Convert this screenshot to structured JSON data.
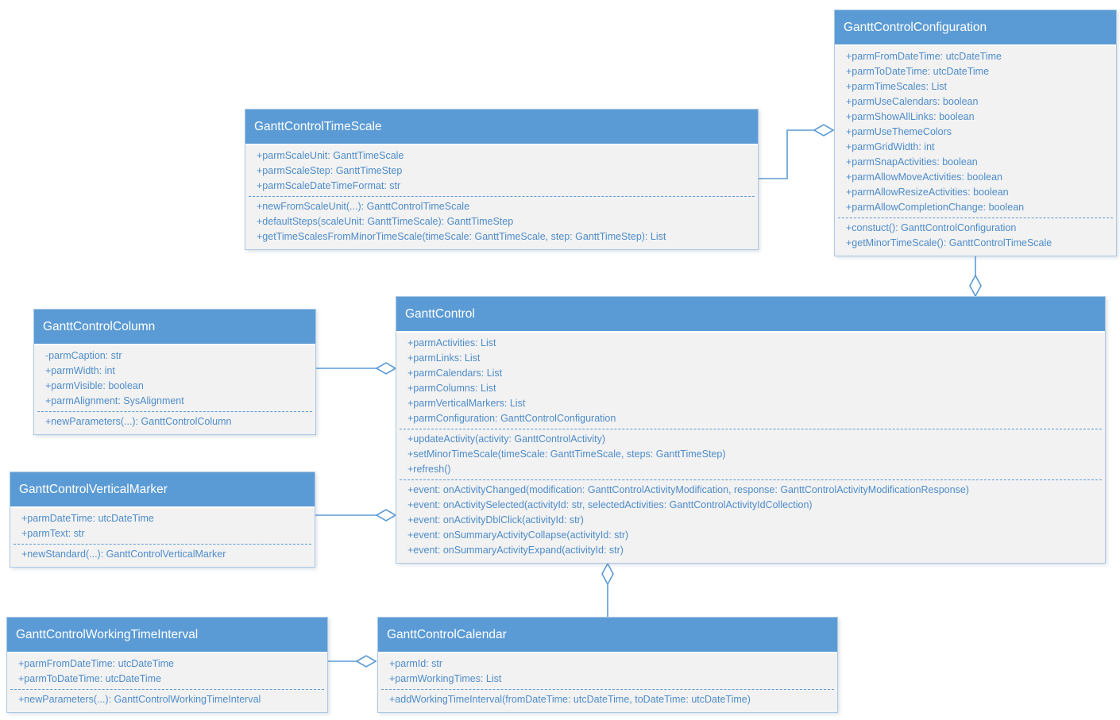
{
  "colors": {
    "header_fill": "#5B9BD5",
    "header_text": "#FFFFFF",
    "body_fill": "#F2F2F2",
    "member_text": "#4E8CC9",
    "divider": "#5B9BD5",
    "connector": "#5B9BD5",
    "box_border": "#ACC8E5"
  },
  "diagram": {
    "type": "uml-class-diagram",
    "classes": {
      "timescale": {
        "title": "GanttControlTimeScale",
        "sections": [
          [
            "+parmScaleUnit: GanttTimeScale",
            "+parmScaleStep: GanttTimeStep",
            "+parmScaleDateTimeFormat: str"
          ],
          [
            "+newFromScaleUnit(...): GanttControlTimeScale",
            "+defaultSteps(scaleUnit: GanttTimeScale): GanttTimeStep",
            "+getTimeScalesFromMinorTimeScale(timeScale: GanttTimeScale, step: GanttTimeStep): List"
          ]
        ]
      },
      "configuration": {
        "title": "GanttControlConfiguration",
        "sections": [
          [
            "+parmFromDateTime: utcDateTime",
            "+parmToDateTime: utcDateTime",
            "+parmTimeScales: List",
            "+parmUseCalendars: boolean",
            "+parmShowAllLinks: boolean",
            "+parmUseThemeColors",
            "+parmGridWidth: int",
            "+parmSnapActivities: boolean",
            "+parmAllowMoveActivities: boolean",
            "+parmAllowResizeActivities: boolean",
            "+parmAllowCompletionChange: boolean"
          ],
          [
            "+constuct(): GanttControlConfiguration",
            "+getMinorTimeScale(): GanttControlTimeScale"
          ]
        ]
      },
      "column": {
        "title": "GanttControlColumn",
        "sections": [
          [
            "-parmCaption: str",
            "+parmWidth: int",
            "+parmVisible: boolean",
            "+parmAlignment: SysAlignment"
          ],
          [
            "+newParameters(...): GanttControlColumn"
          ]
        ]
      },
      "gantt_control": {
        "title": "GanttControl",
        "sections": [
          [
            "+parmActivities: List",
            "+parmLinks: List",
            "+parmCalendars: List",
            "+parmColumns: List",
            "+parmVerticalMarkers: List",
            "+parmConfiguration: GanttControlConfiguration"
          ],
          [
            "+updateActivity(activity: GanttControlActivity)",
            "+setMinorTimeScale(timeScale: GanttTimeScale, steps: GanttTimeStep)",
            "+refresh()"
          ],
          [
            "+event: onActivityChanged(modification: GanttControlActivityModification, response: GanttControlActivityModificationResponse)",
            "+event: onActivitySelected(activityId: str, selectedActivities: GanttControlActivityIdCollection)",
            "+event: onActivityDblClick(activityId: str)",
            "+event: onSummaryActivityCollapse(activityId: str)",
            "+event: onSummaryActivityExpand(activityId: str)"
          ]
        ]
      },
      "vertical_marker": {
        "title": "GanttControlVerticalMarker",
        "sections": [
          [
            "+parmDateTime: utcDateTime",
            "+parmText: str"
          ],
          [
            "+newStandard(...): GanttControlVerticalMarker"
          ]
        ]
      },
      "working_time_interval": {
        "title": "GanttControlWorkingTimeInterval",
        "sections": [
          [
            "+parmFromDateTime: utcDateTime",
            "+parmToDateTime: utcDateTime"
          ],
          [
            "+newParameters(...): GanttControlWorkingTimeInterval"
          ]
        ]
      },
      "calendar": {
        "title": "GanttControlCalendar",
        "sections": [
          [
            "+parmId: str",
            "+parmWorkingTimes: List"
          ],
          [
            "+addWorkingTimeInterval(fromDateTime: utcDateTime, toDateTime: utcDateTime)"
          ]
        ]
      }
    },
    "relations": [
      {
        "from": "GanttControlTimeScale",
        "to": "GanttControlConfiguration",
        "type": "aggregation"
      },
      {
        "from": "GanttControlConfiguration",
        "to": "GanttControl",
        "type": "aggregation"
      },
      {
        "from": "GanttControlColumn",
        "to": "GanttControl",
        "type": "aggregation"
      },
      {
        "from": "GanttControlVerticalMarker",
        "to": "GanttControl",
        "type": "aggregation"
      },
      {
        "from": "GanttControlCalendar",
        "to": "GanttControl",
        "type": "aggregation"
      },
      {
        "from": "GanttControlWorkingTimeInterval",
        "to": "GanttControlCalendar",
        "type": "aggregation"
      }
    ]
  }
}
